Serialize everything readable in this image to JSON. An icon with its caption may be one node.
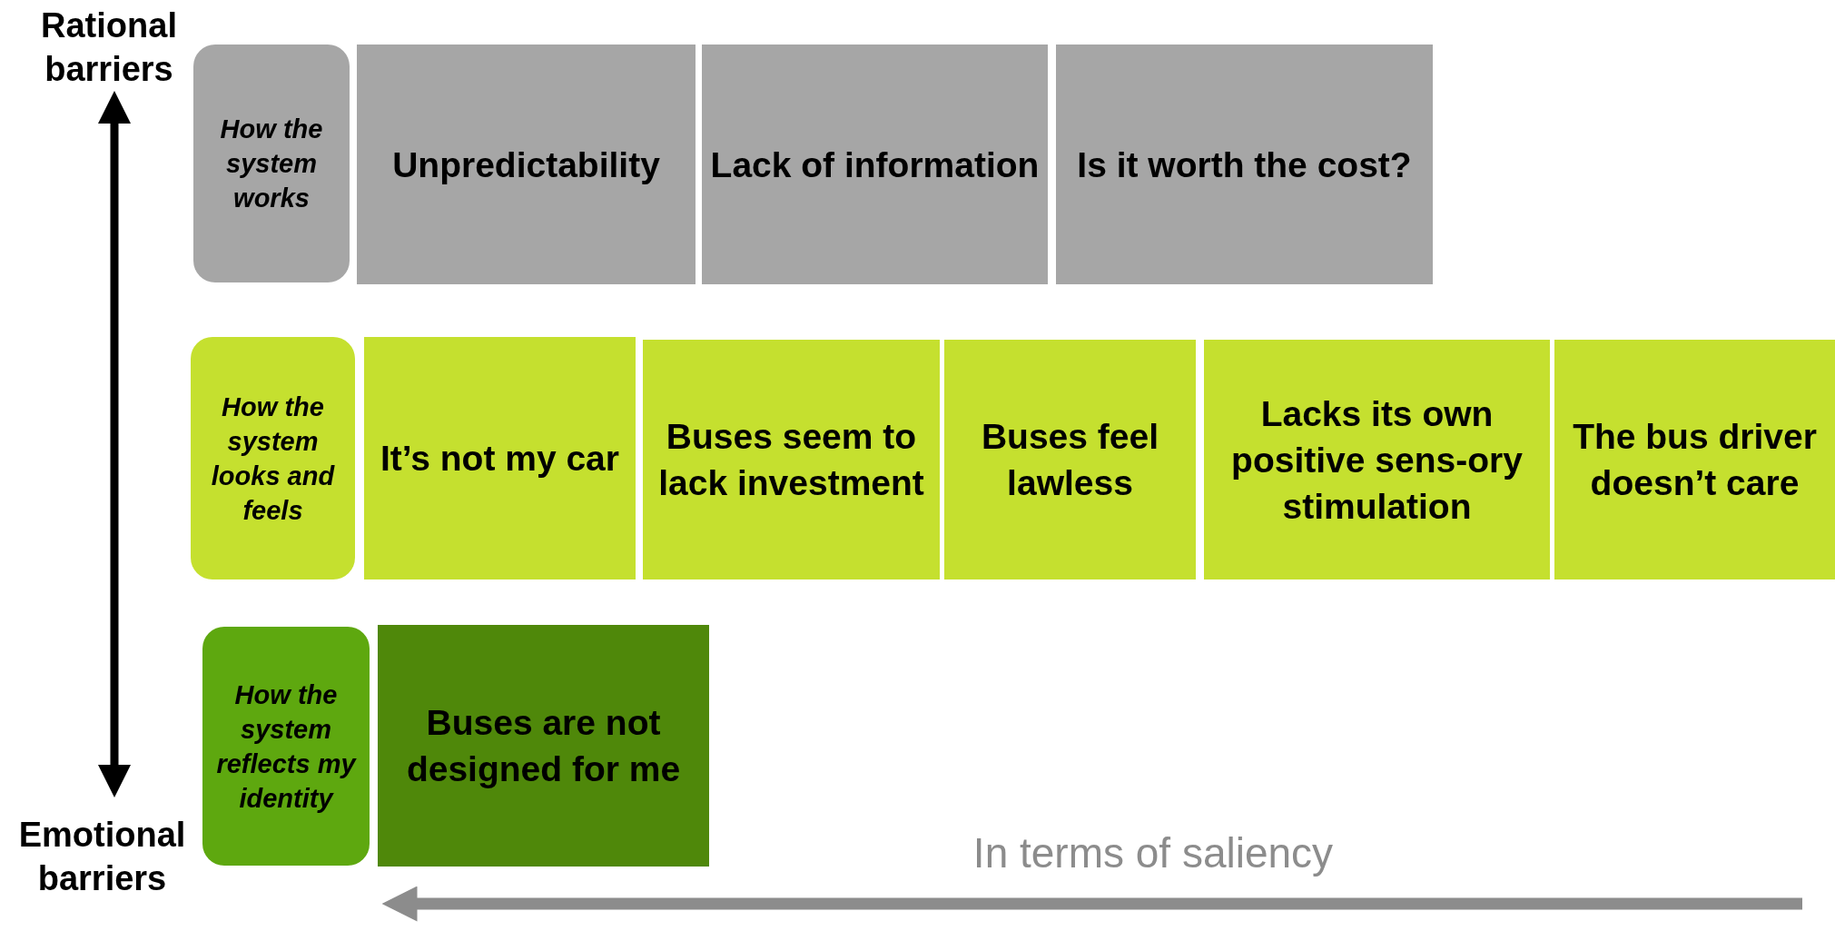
{
  "diagram": {
    "nodes": [
      {
        "text": [
          "How the system works"
        ]
      },
      {
        "text": [
          "Unpredictability"
        ]
      },
      {
        "text": [
          "Lack of information"
        ]
      },
      {
        "text": [
          "Is it worth the cost?"
        ]
      },
      {
        "text": [
          "How the system looks and feels"
        ]
      },
      {
        "text": [
          "It’s not my car"
        ]
      },
      {
        "text": [
          "Buses seem to lack investment"
        ]
      },
      {
        "text": [
          "Buses feel lawless"
        ]
      },
      {
        "text": [
          "Lacks its own positive sens-ory stimulation"
        ]
      },
      {
        "text": [
          "The bus driver doesn’t care"
        ]
      },
      {
        "text": [
          "How the system reflects my identity"
        ]
      },
      {
        "text": [
          "Buses are not designed for me"
        ]
      }
    ],
    "labels": [
      "Rational barriers",
      "Emotional barriers",
      "In terms of saliency"
    ]
  }
}
